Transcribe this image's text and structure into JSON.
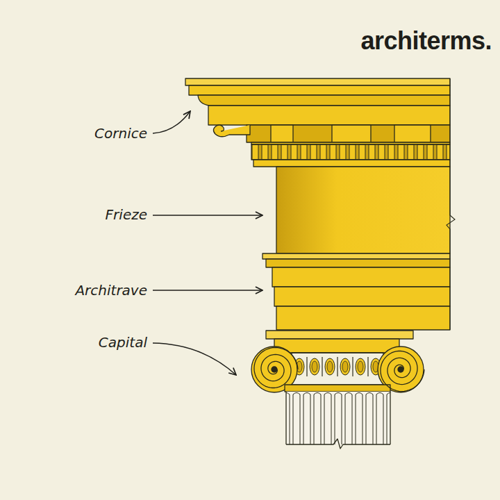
{
  "diagram": {
    "title": "architerms.",
    "labels": [
      "Cornice",
      "Frieze",
      "Architrave",
      "Capital"
    ]
  }
}
